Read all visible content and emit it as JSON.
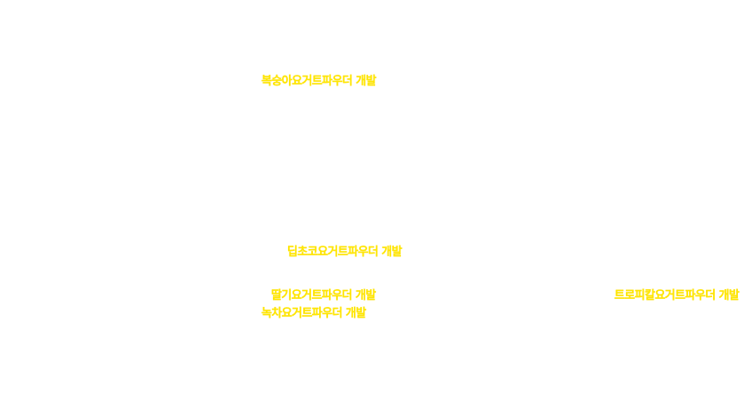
{
  "colors": {
    "background": "#ffffff",
    "label_text": "#ffe600"
  },
  "labels": [
    "복숭아요거트파우더 개발",
    "딥초코요거트파우더 개발",
    "딸기요거트파우더 개발",
    "녹차요거트파우더 개발",
    "트로피칼요거트파우더 개발"
  ]
}
